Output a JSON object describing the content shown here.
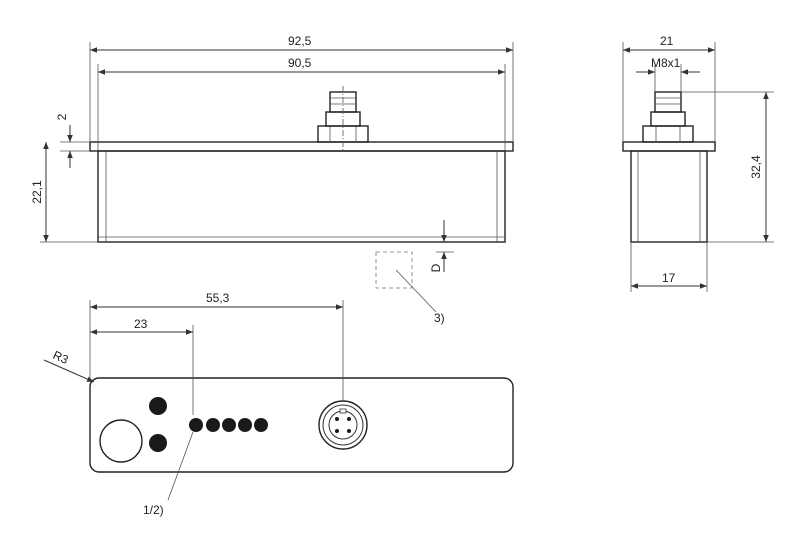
{
  "dimensions": {
    "overall_length": "92,5",
    "inner_length": "90,5",
    "flange_thickness": "2",
    "body_height": "22,1",
    "side_width": "21",
    "connector_thread": "M8x1",
    "side_height": "32,4",
    "side_depth": "17",
    "sensing_distance": "D",
    "connector_offset": "55,3",
    "led_offset": "23",
    "corner_radius": "R3"
  },
  "callouts": {
    "indicators": "1/2)",
    "target": "3)"
  }
}
